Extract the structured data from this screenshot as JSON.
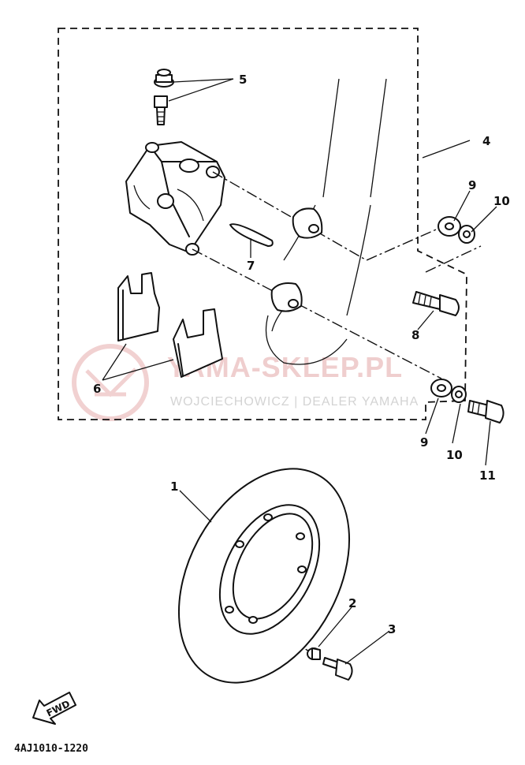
{
  "diagram": {
    "callouts": {
      "c1": "1",
      "c2": "2",
      "c3": "3",
      "c4": "4",
      "c5": "5",
      "c6": "6",
      "c7": "7",
      "c8": "8",
      "c9a": "9",
      "c9b": "9",
      "c10a": "10",
      "c10b": "10",
      "c11": "11"
    },
    "direction_label": "FWD",
    "part_number": "4AJ1010-1220"
  },
  "watermark": {
    "title": "YAMA-SKLEP.PL",
    "subtitle": "WOJCIECHOWICZ | DEALER YAMAHA",
    "color": "#e3a7a7"
  }
}
